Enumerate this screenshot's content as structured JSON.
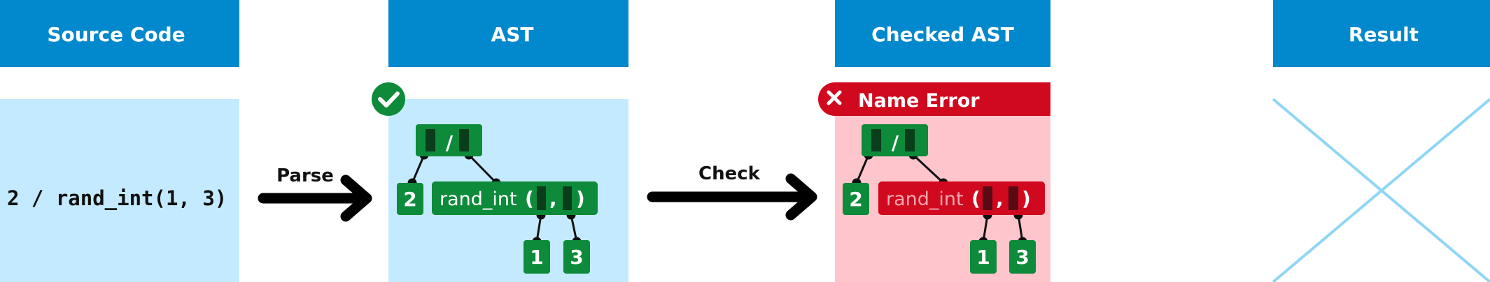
{
  "headers": {
    "source": "Source Code",
    "ast": "AST",
    "checked": "Checked AST",
    "result": "Result"
  },
  "source_code": "2 / rand_int(1, 3)",
  "arrows": {
    "parse": "Parse",
    "check": "Check"
  },
  "ast": {
    "root_op": "/",
    "left_leaf": "2",
    "call_name": "rand_int",
    "arg1": "1",
    "arg2": "3",
    "status_icon": "check-circle-icon"
  },
  "checked_ast": {
    "error_label": "Name Error",
    "error_icon": "x-icon",
    "root_op": "/",
    "left_leaf": "2",
    "call_name": "rand_int",
    "arg1": "1",
    "arg2": "3"
  },
  "colors": {
    "header_blue": "#0288cc",
    "panel_light_blue": "#c4eaff",
    "panel_pink": "#ffc5cc",
    "node_green": "#0d8a3a",
    "node_dark_green": "#0a3d1c",
    "error_red": "#d0091f",
    "error_dark": "#5a0a15",
    "cross_line": "#8fd6f5"
  }
}
